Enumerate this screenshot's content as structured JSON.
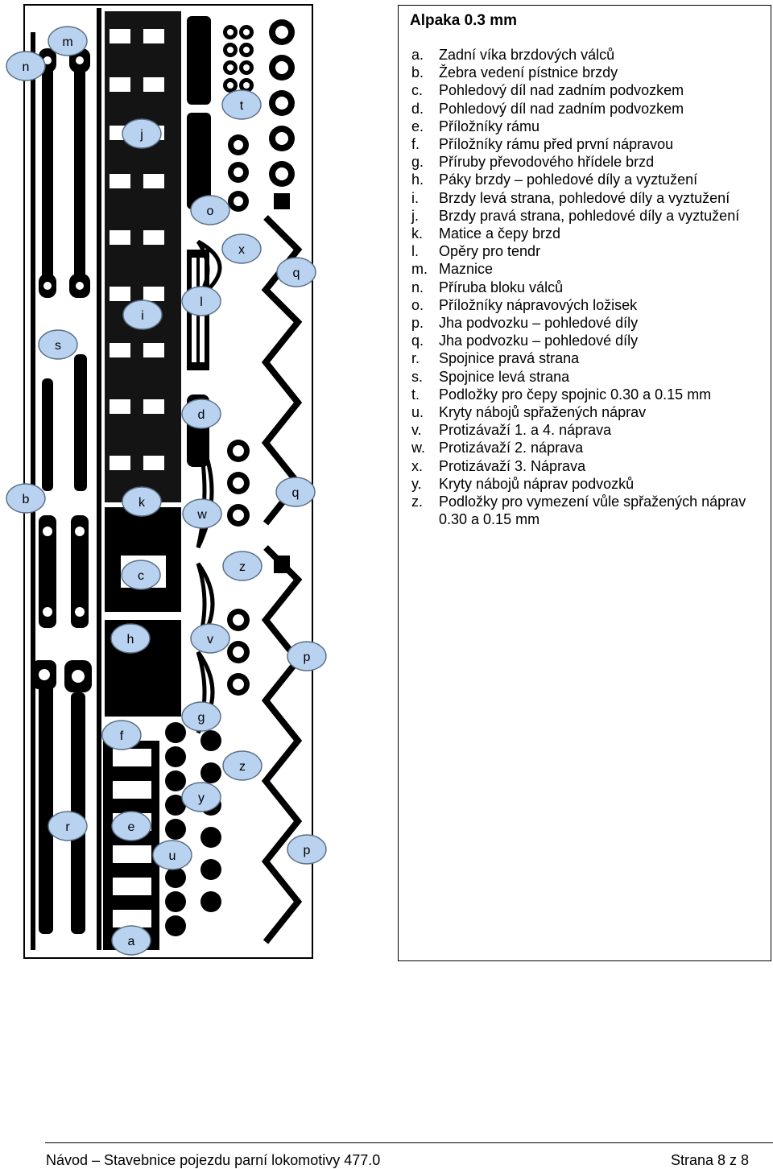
{
  "legend": {
    "title": "Alpaka 0.3 mm",
    "items": [
      {
        "letter": "a.",
        "text": "Zadní víka brzdových válců"
      },
      {
        "letter": "b.",
        "text": "Žebra vedení pístnice brzdy"
      },
      {
        "letter": "c.",
        "text": "Pohledový díl nad zadním podvozkem"
      },
      {
        "letter": "d.",
        "text": "Pohledový díl nad zadním podvozkem"
      },
      {
        "letter": "e.",
        "text": "Příložníky rámu"
      },
      {
        "letter": "f.",
        "text": "Příložníky rámu před první nápravou"
      },
      {
        "letter": "g.",
        "text": "Příruby převodového hřídele brzd"
      },
      {
        "letter": "h.",
        "text": "Páky brzdy – pohledové díly a vyztužení"
      },
      {
        "letter": "i.",
        "text": "Brzdy levá strana, pohledové díly a vyztužení"
      },
      {
        "letter": "j.",
        "text": "Brzdy pravá strana, pohledové díly a vyztužení"
      },
      {
        "letter": "k.",
        "text": "Matice a čepy brzd"
      },
      {
        "letter": "l.",
        "text": "Opěry pro tendr"
      },
      {
        "letter": "m.",
        "text": "Maznice"
      },
      {
        "letter": "n.",
        "text": "Příruba bloku válců"
      },
      {
        "letter": "o.",
        "text": "Příložníky nápravových ložisek"
      },
      {
        "letter": "p.",
        "text": "Jha podvozku – pohledové díly"
      },
      {
        "letter": "q.",
        "text": "Jha podvozku – pohledové díly"
      },
      {
        "letter": "r.",
        "text": "Spojnice pravá strana"
      },
      {
        "letter": "s.",
        "text": "Spojnice levá strana"
      },
      {
        "letter": "t.",
        "text": "Podložky pro čepy spojnic 0.30 a 0.15 mm"
      },
      {
        "letter": "u.",
        "text": "Kryty nábojů spřažených náprav"
      },
      {
        "letter": "v.",
        "text": "Protizávaží 1. a 4. náprava"
      },
      {
        "letter": "w.",
        "text": "Protizávaží 2. náprava"
      },
      {
        "letter": "x.",
        "text": "Protizávaží 3. Náprava"
      },
      {
        "letter": "y.",
        "text": "Kryty nábojů náprav podvozků"
      },
      {
        "letter": "z.",
        "text": "Podložky pro vymezení vůle spřažených náprav 0.30 a 0.15 mm"
      }
    ]
  },
  "callouts": [
    {
      "label": "m"
    },
    {
      "label": "n"
    },
    {
      "label": "t"
    },
    {
      "label": "j"
    },
    {
      "label": "o"
    },
    {
      "label": "x"
    },
    {
      "label": "q"
    },
    {
      "label": "l"
    },
    {
      "label": "i"
    },
    {
      "label": "s"
    },
    {
      "label": "d"
    },
    {
      "label": "b"
    },
    {
      "label": "k"
    },
    {
      "label": "w"
    },
    {
      "label": "q"
    },
    {
      "label": "z"
    },
    {
      "label": "c"
    },
    {
      "label": "h"
    },
    {
      "label": "v"
    },
    {
      "label": "p"
    },
    {
      "label": "g"
    },
    {
      "label": "f"
    },
    {
      "label": "z"
    },
    {
      "label": "y"
    },
    {
      "label": "r"
    },
    {
      "label": "e"
    },
    {
      "label": "u"
    },
    {
      "label": "p"
    },
    {
      "label": "a"
    }
  ],
  "footer": {
    "left": "Návod – Stavebnice pojezdu parní lokomotivy 477.0",
    "right": "Strana 8 z 8"
  },
  "colors": {
    "callout_fill": "#b8d2f0",
    "etch": "#000000"
  }
}
